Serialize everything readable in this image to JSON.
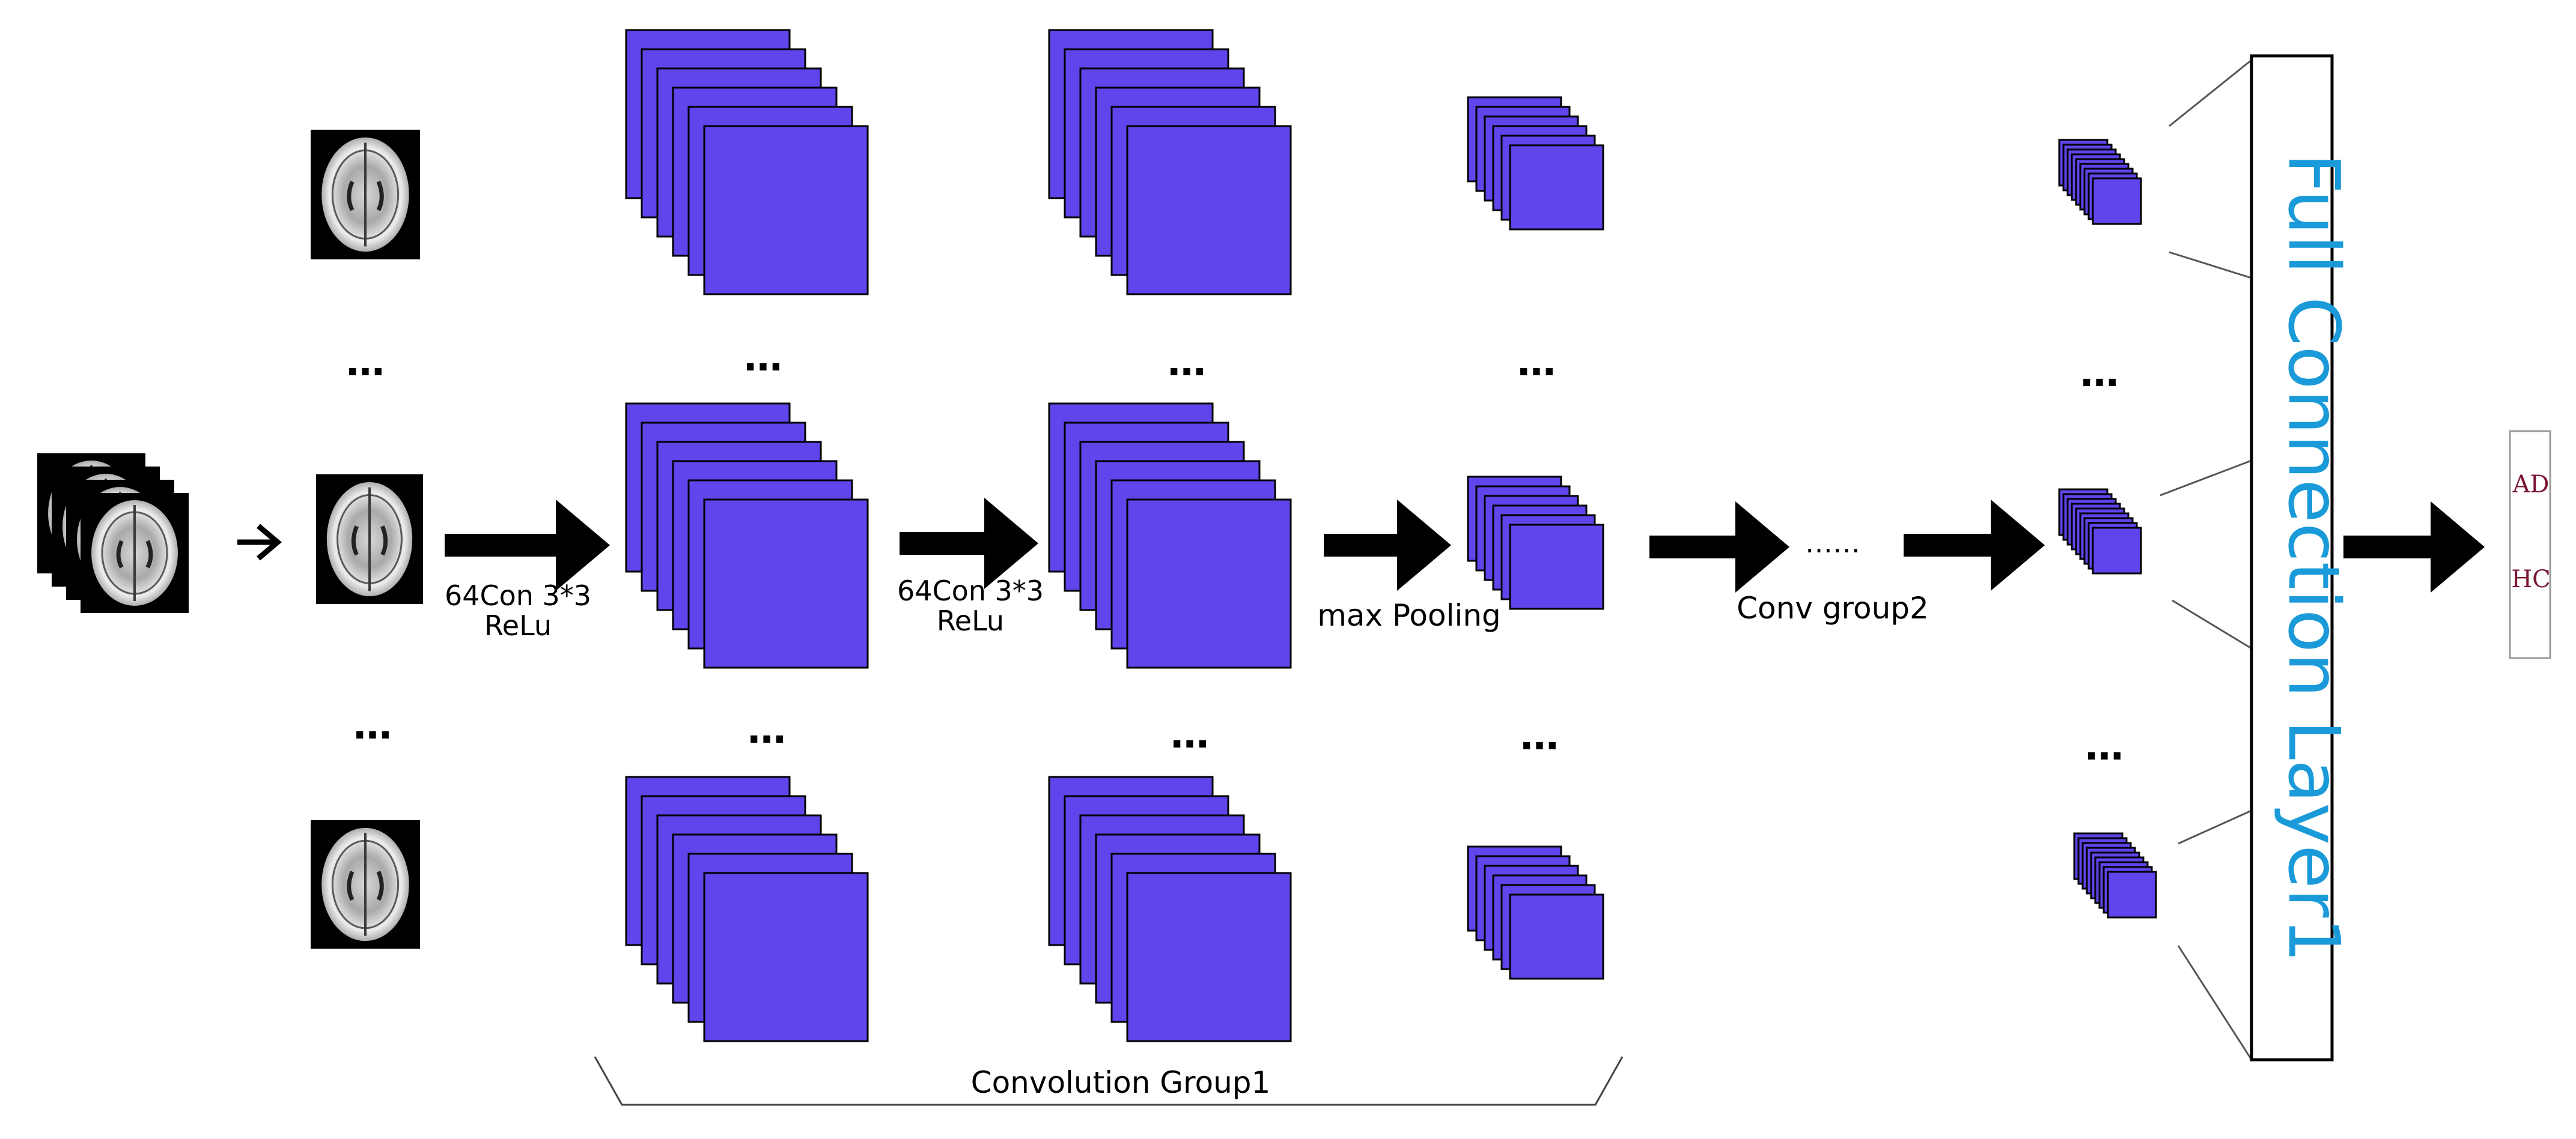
{
  "colors": {
    "feature_map": "#5f45eb",
    "stroke": "#000000",
    "fc_title": "#1a9ad9",
    "output_label": "#7a1530",
    "connector": "#555555"
  },
  "icons": {
    "brain_slice": "brain-mri-icon",
    "arrow": "arrow-right-icon"
  },
  "labels": {
    "conv1": [
      "64Con 3*3",
      "ReLu"
    ],
    "conv2": [
      "64Con 3*3",
      "ReLu"
    ],
    "pooling": "max Pooling",
    "conv_group2": "Conv group2",
    "ellipsis_h": "……",
    "group1": "Convolution Group1",
    "fc_layer": "Full Connection Layer1",
    "outputs": [
      "AD",
      "HC"
    ],
    "dots": "…"
  }
}
